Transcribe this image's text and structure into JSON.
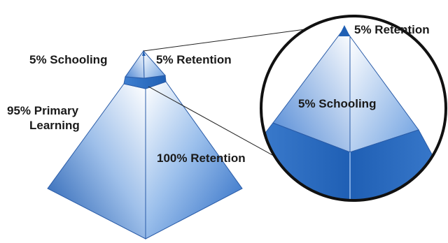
{
  "labels": {
    "schooling_small": "5% Schooling",
    "retention_small": "5% Retention",
    "primary_learning_line1": "95% Primary",
    "primary_learning_line2": "Learning",
    "retention_full": "100% Retention",
    "zoom_retention": "5% Retention",
    "zoom_schooling": "5% Schooling"
  },
  "colors": {
    "pyramid_dark": "#1f5fb4",
    "pyramid_mid": "#5b93d8",
    "pyramid_light": "#ffffff",
    "outline": "#2a5ca8",
    "circle_stroke": "#111111",
    "label_text": "#1a1a1a"
  }
}
